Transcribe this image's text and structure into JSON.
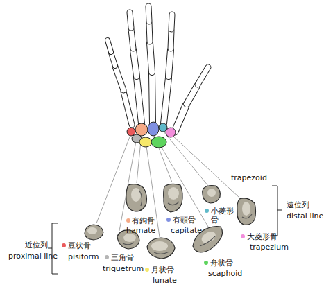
{
  "diagram": {
    "labels": [
      "trapezoid",
      "有鉤骨",
      "hamate",
      "有頭骨",
      "capitate",
      "小菱形骨",
      "遠位列",
      "distal line",
      "大菱形骨",
      "trapezium",
      "近位列",
      "proximal line",
      "豆状骨",
      "pisiform",
      "三角骨",
      "triquetrum",
      "月状骨",
      "lunate",
      "舟状骨",
      "scaphoid"
    ]
  }
}
